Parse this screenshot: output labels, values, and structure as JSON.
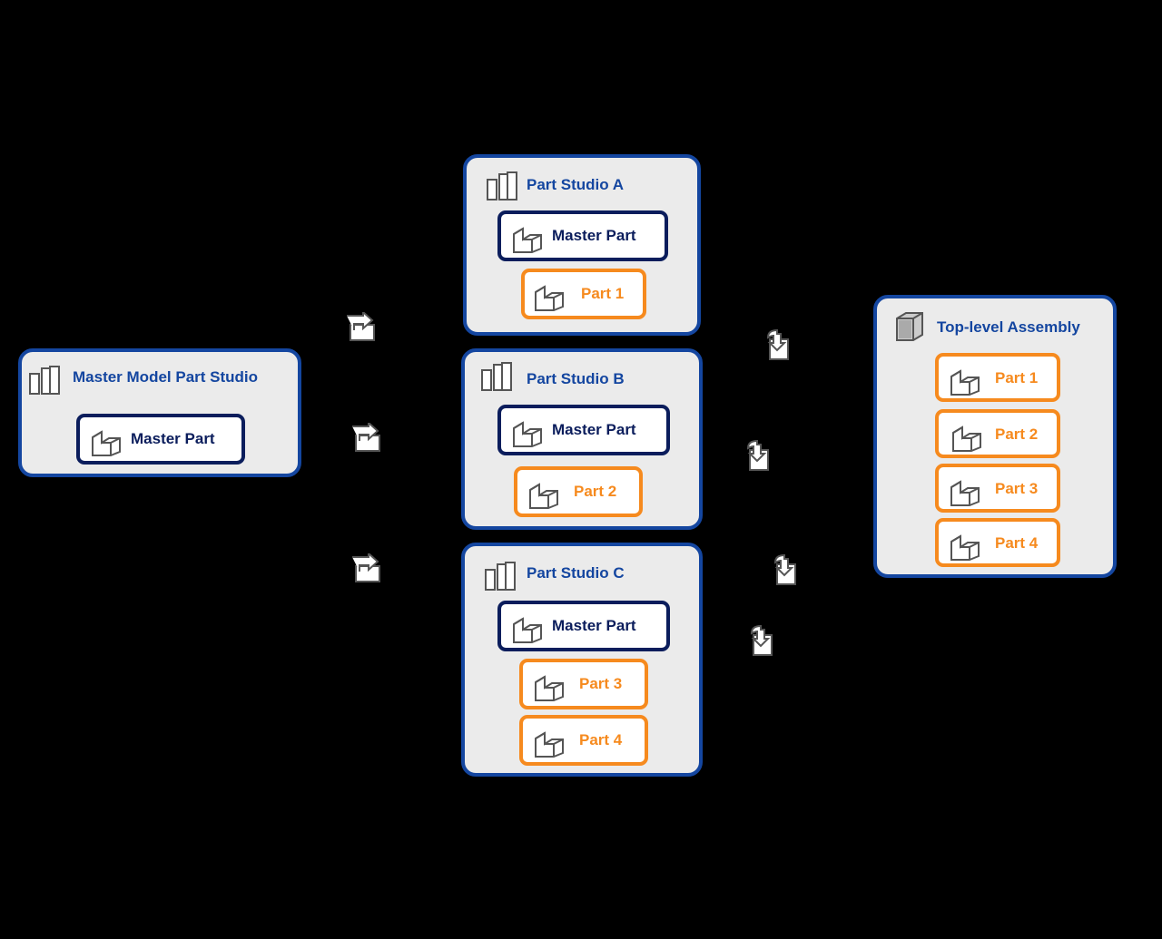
{
  "colors": {
    "background": "#000000",
    "studio_border": "#1446a0",
    "master_border": "#0b1d5c",
    "part_border": "#f68a1e",
    "panel_fill": "#ebebeb"
  },
  "icons": {
    "part_studio": "part-studio-icon",
    "assembly": "assembly-icon",
    "part": "part-icon",
    "derive": "derive-icon",
    "insert": "insert-icon"
  },
  "master_studio": {
    "title": "Master Model Part Studio",
    "part": "Master Part"
  },
  "studio_a": {
    "title": "Part Studio A",
    "master": "Master Part",
    "parts": [
      "Part 1"
    ]
  },
  "studio_b": {
    "title": "Part Studio B",
    "master": "Master Part",
    "parts": [
      "Part 2"
    ]
  },
  "studio_c": {
    "title": "Part Studio C",
    "master": "Master Part",
    "parts": [
      "Part 3",
      "Part 4"
    ]
  },
  "assembly": {
    "title": "Top-level Assembly",
    "parts": [
      "Part 1",
      "Part 2",
      "Part 3",
      "Part 4"
    ]
  }
}
